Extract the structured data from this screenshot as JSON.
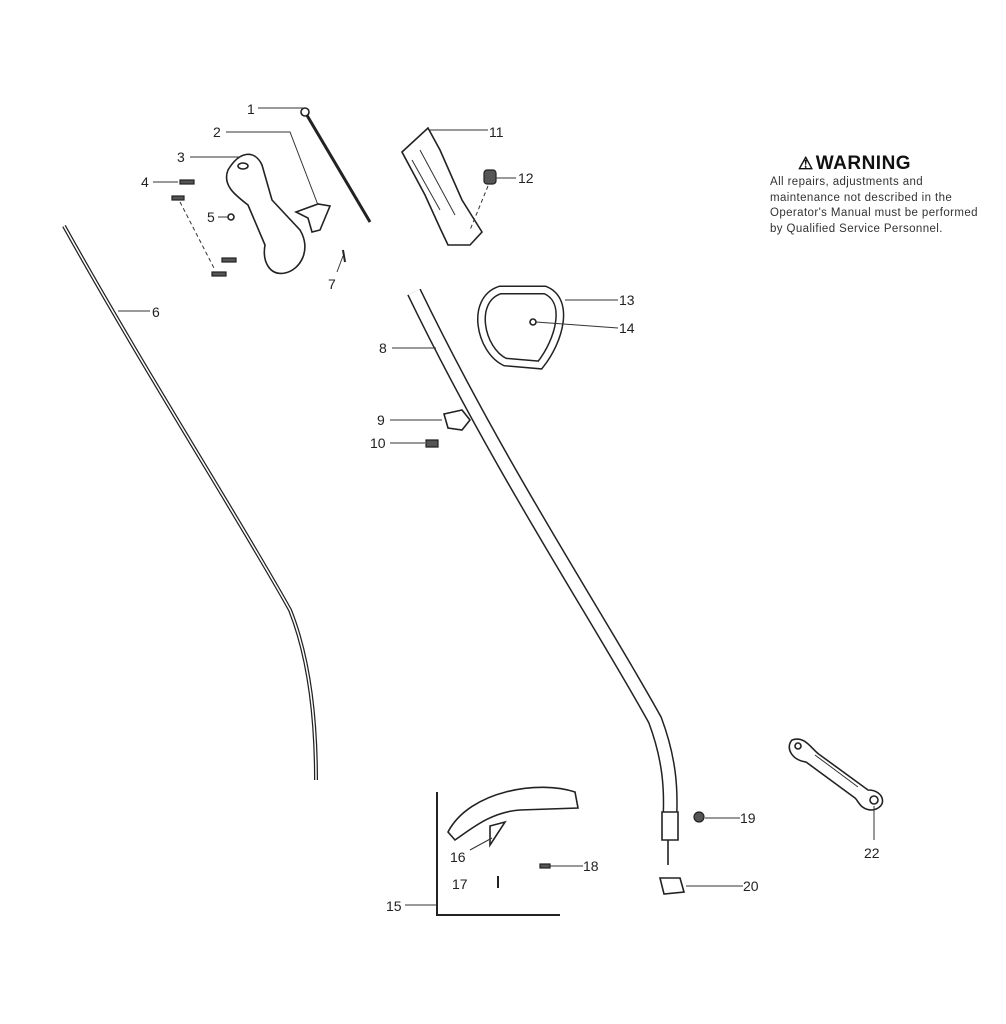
{
  "warning": {
    "icon": "warning-triangle-icon",
    "title": "WARNING",
    "body": "All repairs, adjustments and maintenance not described in the Operator's Manual must be performed by Qualified Service Personnel."
  },
  "callouts": [
    "1",
    "2",
    "3",
    "4",
    "5",
    "6",
    "7",
    "8",
    "9",
    "10",
    "11",
    "12",
    "13",
    "14",
    "15",
    "16",
    "17",
    "18",
    "19",
    "20",
    "22"
  ]
}
